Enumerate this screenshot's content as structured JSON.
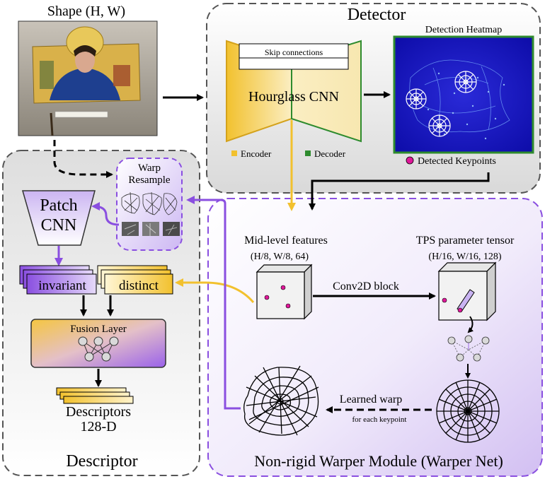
{
  "input": {
    "label": "Shape (H, W)"
  },
  "detector": {
    "title": "Detector",
    "network_label": "Hourglass CNN",
    "skip_label": "Skip connections",
    "encoder_legend": "Encoder",
    "decoder_legend": "Decoder",
    "heatmap_title": "Detection Heatmap",
    "keypoints_legend": "Detected Keypoints"
  },
  "descriptor": {
    "title": "Descriptor",
    "warp_title_line1": "Warp",
    "warp_title_line2": "Resample",
    "patch_line1": "Patch",
    "patch_line2": "CNN",
    "invariant_label": "invariant",
    "distinct_label": "distinct",
    "fusion_label": "Fusion Layer",
    "output_line1": "Descriptors",
    "output_line2": "128-D"
  },
  "warper": {
    "title": "Non-rigid Warper Module (Warper Net)",
    "midlevel_line1": "Mid-level features",
    "midlevel_line2": "(H/8, W/8, 64)",
    "conv_label": "Conv2D block",
    "tps_line1": "TPS parameter tensor",
    "tps_line2": "(H/16, W/16, 128)",
    "learned_warp": "Learned warp",
    "per_keypoint": "for each keypoint"
  },
  "colors": {
    "encoder": "#f2c12e",
    "decoder": "#2e8b2e",
    "keypoint": "#e0179a",
    "purple": "#8a4fe0",
    "heatmap_bg": "#1a16c8"
  }
}
